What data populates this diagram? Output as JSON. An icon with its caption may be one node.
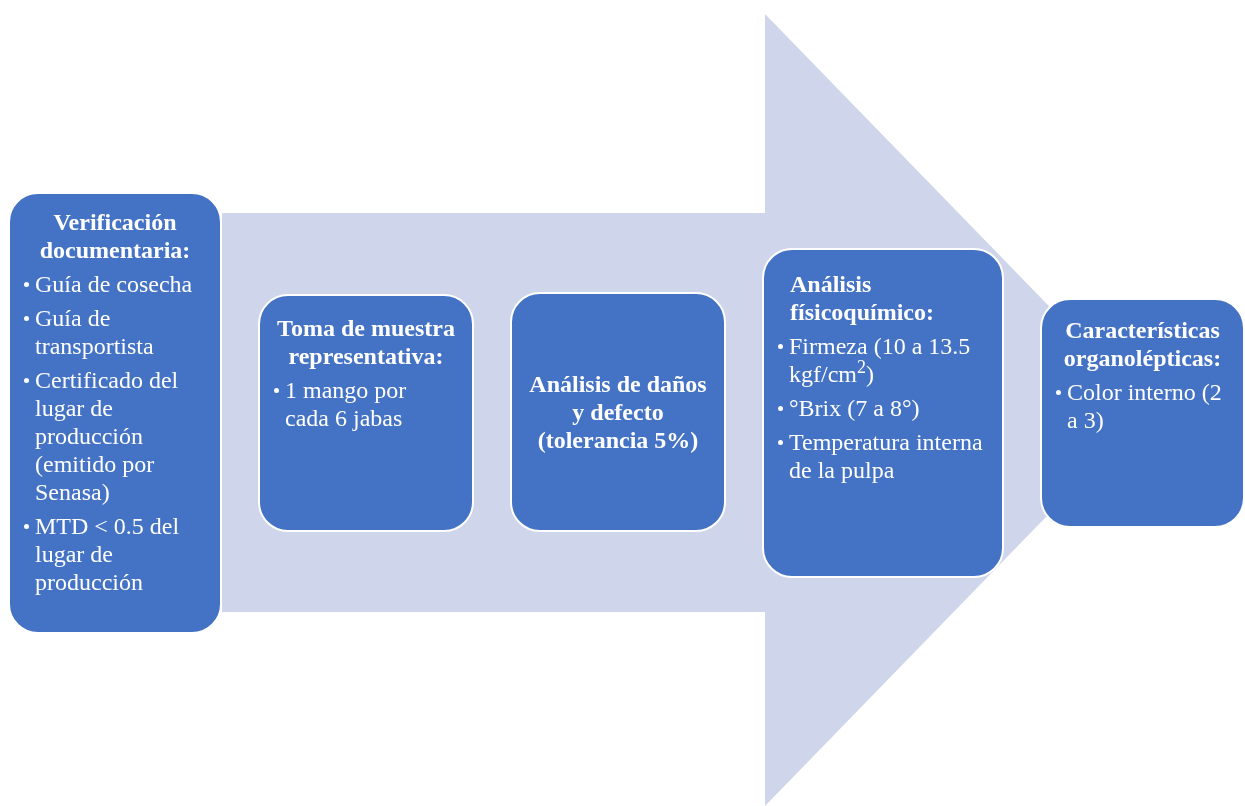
{
  "diagram": {
    "nodes": [
      {
        "text": [
          "Verificación documentaria:",
          "Guía de cosecha",
          "Guía de transportista",
          "Certificado del lugar de producción (emitido por Senasa)",
          "MTD < 0.5 del lugar de producción"
        ]
      },
      {
        "text": [
          "Toma de muestra representativa:",
          "1 mango por cada 6 jabas"
        ]
      },
      {
        "text": [
          "Análisis de daños y defecto (tolerancia 5%)"
        ]
      },
      {
        "text": [
          "Análisis físicoquímico:",
          "Firmeza (10 a 13.5 kgf/cm$^{2}$)",
          "°Brix (7 a 8°)",
          "Temperatura interna de la pulpa"
        ]
      },
      {
        "text": [
          "Características organolépticas:",
          "Color interno (2 a 3)"
        ]
      }
    ],
    "edges": [
      {
        "from": 0,
        "to": 4,
        "arrow": "to"
      }
    ]
  }
}
